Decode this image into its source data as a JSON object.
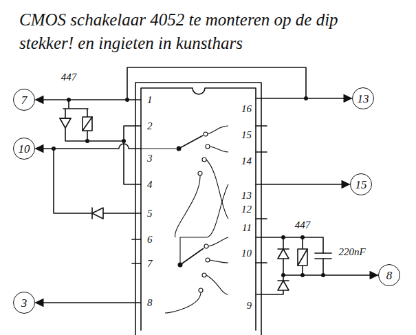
{
  "diagram": {
    "title": "CMOS schakelaar 4052 te monteren op de dip stekker! en ingieten in kunsthars",
    "nodes": [
      {
        "text": [
          "7"
        ]
      },
      {
        "text": [
          "13"
        ]
      },
      {
        "text": [
          "10"
        ]
      },
      {
        "text": [
          "15"
        ]
      },
      {
        "text": [
          "8"
        ]
      },
      {
        "text": [
          "3"
        ]
      }
    ],
    "labels": [
      "447",
      "1",
      "2",
      "3",
      "4",
      "5",
      "6",
      "7",
      "8",
      "16",
      "15",
      "14",
      "13",
      "12",
      "11",
      "10",
      "9",
      "447",
      "220nF"
    ]
  }
}
